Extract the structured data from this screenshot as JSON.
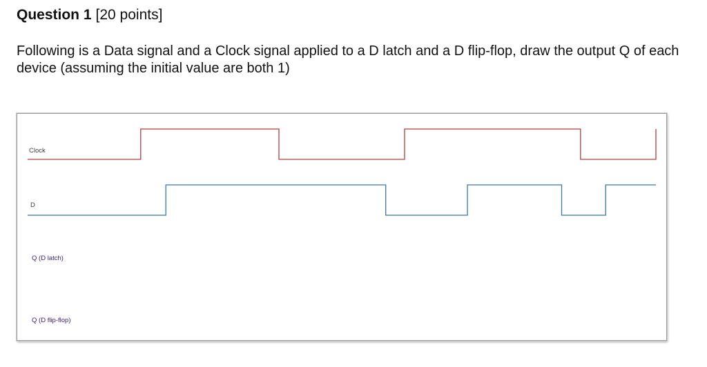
{
  "question": {
    "title": "Question 1",
    "points": "[20 points]",
    "text": "Following is a Data signal and a Clock signal applied to a D latch and a D flip-flop, draw the output Q of each device (assuming the initial value are both 1)"
  },
  "timing_diagram": {
    "labels": {
      "clock": "Clock",
      "data": "D",
      "q_latch": "Q (D latch)",
      "q_flipflop": "Q (D flip-flop)"
    },
    "clock": {
      "color": "#b43c3c",
      "initial": 0,
      "transitions": [
        0.18,
        0.4,
        0.6,
        0.88,
        1.0
      ]
    },
    "data": {
      "color": "#3a76a8",
      "initial": 0,
      "transitions": [
        0.22,
        0.57,
        0.7,
        0.85,
        0.92
      ]
    },
    "label_color": "#3a2070"
  }
}
